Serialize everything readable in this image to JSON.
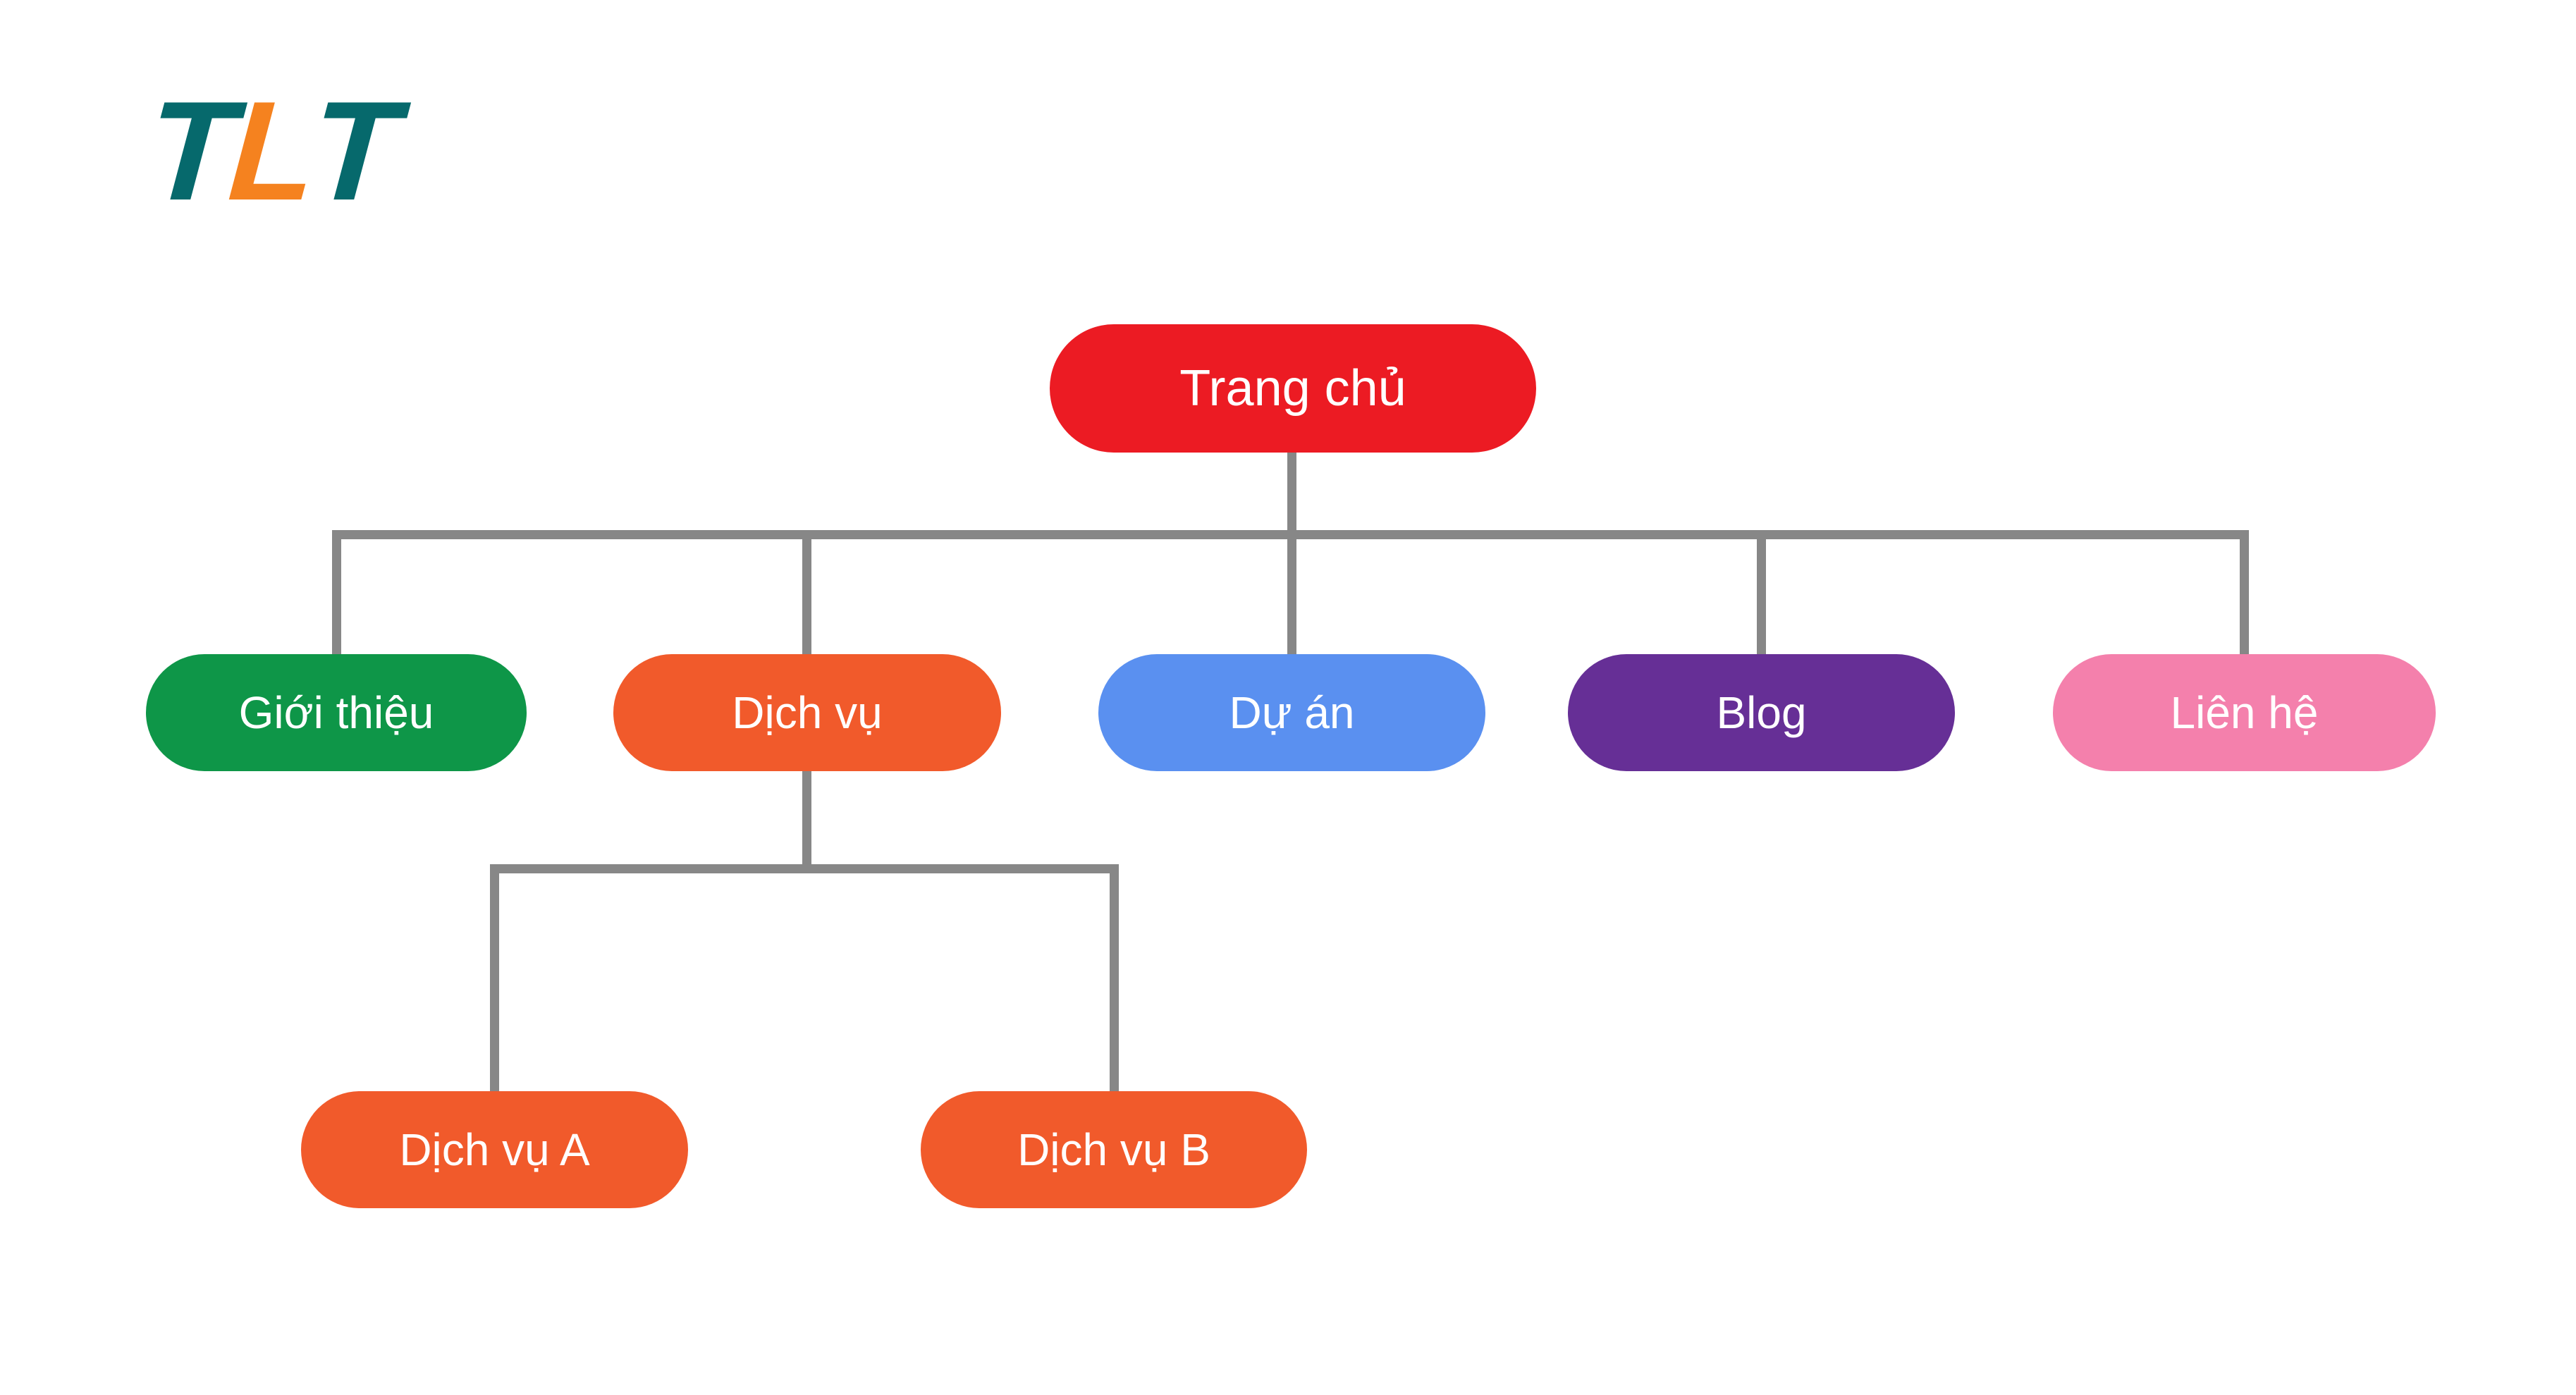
{
  "page": {
    "background": "#ffffff",
    "description": "Website sitemap tree diagram"
  },
  "logo": {
    "text": "TLT",
    "letters": [
      {
        "char": "T",
        "color": "#06696C"
      },
      {
        "char": "L",
        "color": "#F5821F"
      },
      {
        "char": "T",
        "color": "#06696C"
      }
    ]
  },
  "diagram": {
    "type": "sitemap-tree",
    "connector_color": "#878787",
    "node_text_color": "#ffffff",
    "nodes": [
      {
        "id": "trang-chu",
        "label": "Trang chủ",
        "color": "#EC1B23",
        "level": 1,
        "parent": null
      },
      {
        "id": "gioi-thieu",
        "label": "Giới thiệu",
        "color": "#0E9648",
        "level": 2,
        "parent": "trang-chu"
      },
      {
        "id": "dich-vu",
        "label": "Dịch vụ",
        "color": "#F15A2B",
        "level": 2,
        "parent": "trang-chu"
      },
      {
        "id": "du-an",
        "label": "Dự án",
        "color": "#5A90F0",
        "level": 2,
        "parent": "trang-chu"
      },
      {
        "id": "blog",
        "label": "Blog",
        "color": "#662F96",
        "level": 2,
        "parent": "trang-chu"
      },
      {
        "id": "lien-he",
        "label": "Liên hệ",
        "color": "#F480AC",
        "level": 2,
        "parent": "trang-chu"
      },
      {
        "id": "dich-vu-a",
        "label": "Dịch vụ A",
        "color": "#F15A2B",
        "level": 3,
        "parent": "dich-vu"
      },
      {
        "id": "dich-vu-b",
        "label": "Dịch vụ B",
        "color": "#F15A2B",
        "level": 3,
        "parent": "dich-vu"
      }
    ]
  }
}
